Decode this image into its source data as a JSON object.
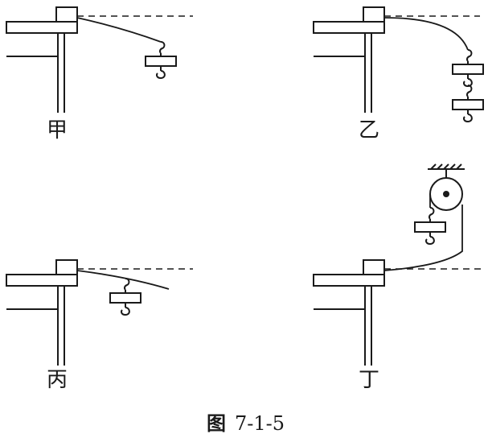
{
  "panels": [
    {
      "id": "jia",
      "label": "甲"
    },
    {
      "id": "yi",
      "label": "乙"
    },
    {
      "id": "bing",
      "label": "丙"
    },
    {
      "id": "ding",
      "label": "丁"
    }
  ],
  "caption": {
    "prefix": "图",
    "number": "7-1-5"
  }
}
